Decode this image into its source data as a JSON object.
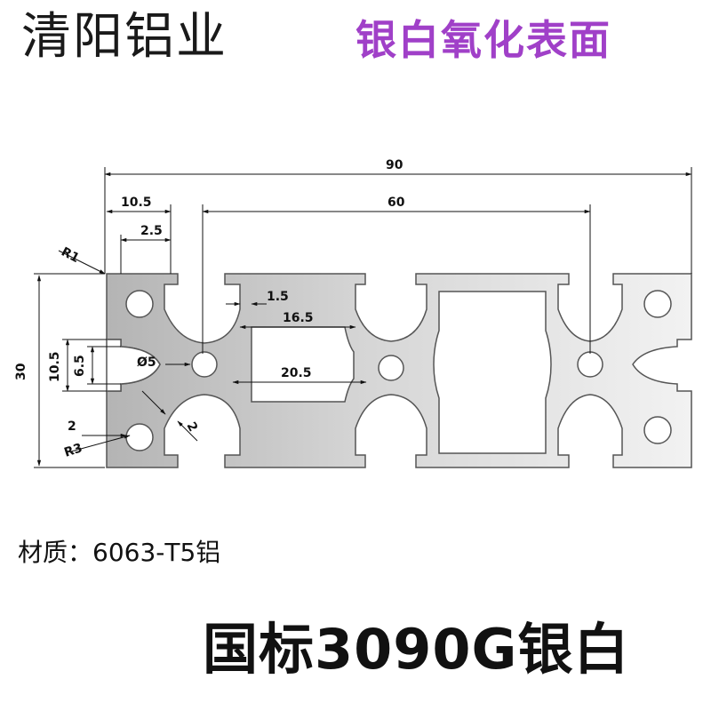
{
  "header": {
    "brand": "清阳铝业",
    "finish": "银白氧化表面"
  },
  "colors": {
    "accent": "#a040c8",
    "profile_fill": "#c4c4c4",
    "profile_stroke": "#555555"
  },
  "dimensions": {
    "overall_width": "90",
    "center_span": "60",
    "slot_offset": "10.5",
    "slot_lip": "2.5",
    "corner_radius": "R1",
    "overall_height": "30",
    "slot_depth": "10.5",
    "slot_opening": "6.5",
    "hole_diameter": "Ø5",
    "wall": "1.5",
    "inner_width": "16.5",
    "cavity_width": "20.5",
    "web_thickness": "2",
    "rib_thickness": "2",
    "fillet_radius": "R3"
  },
  "footer": {
    "material": "材质：6063-T5铝",
    "model": "国标3090G银白"
  }
}
